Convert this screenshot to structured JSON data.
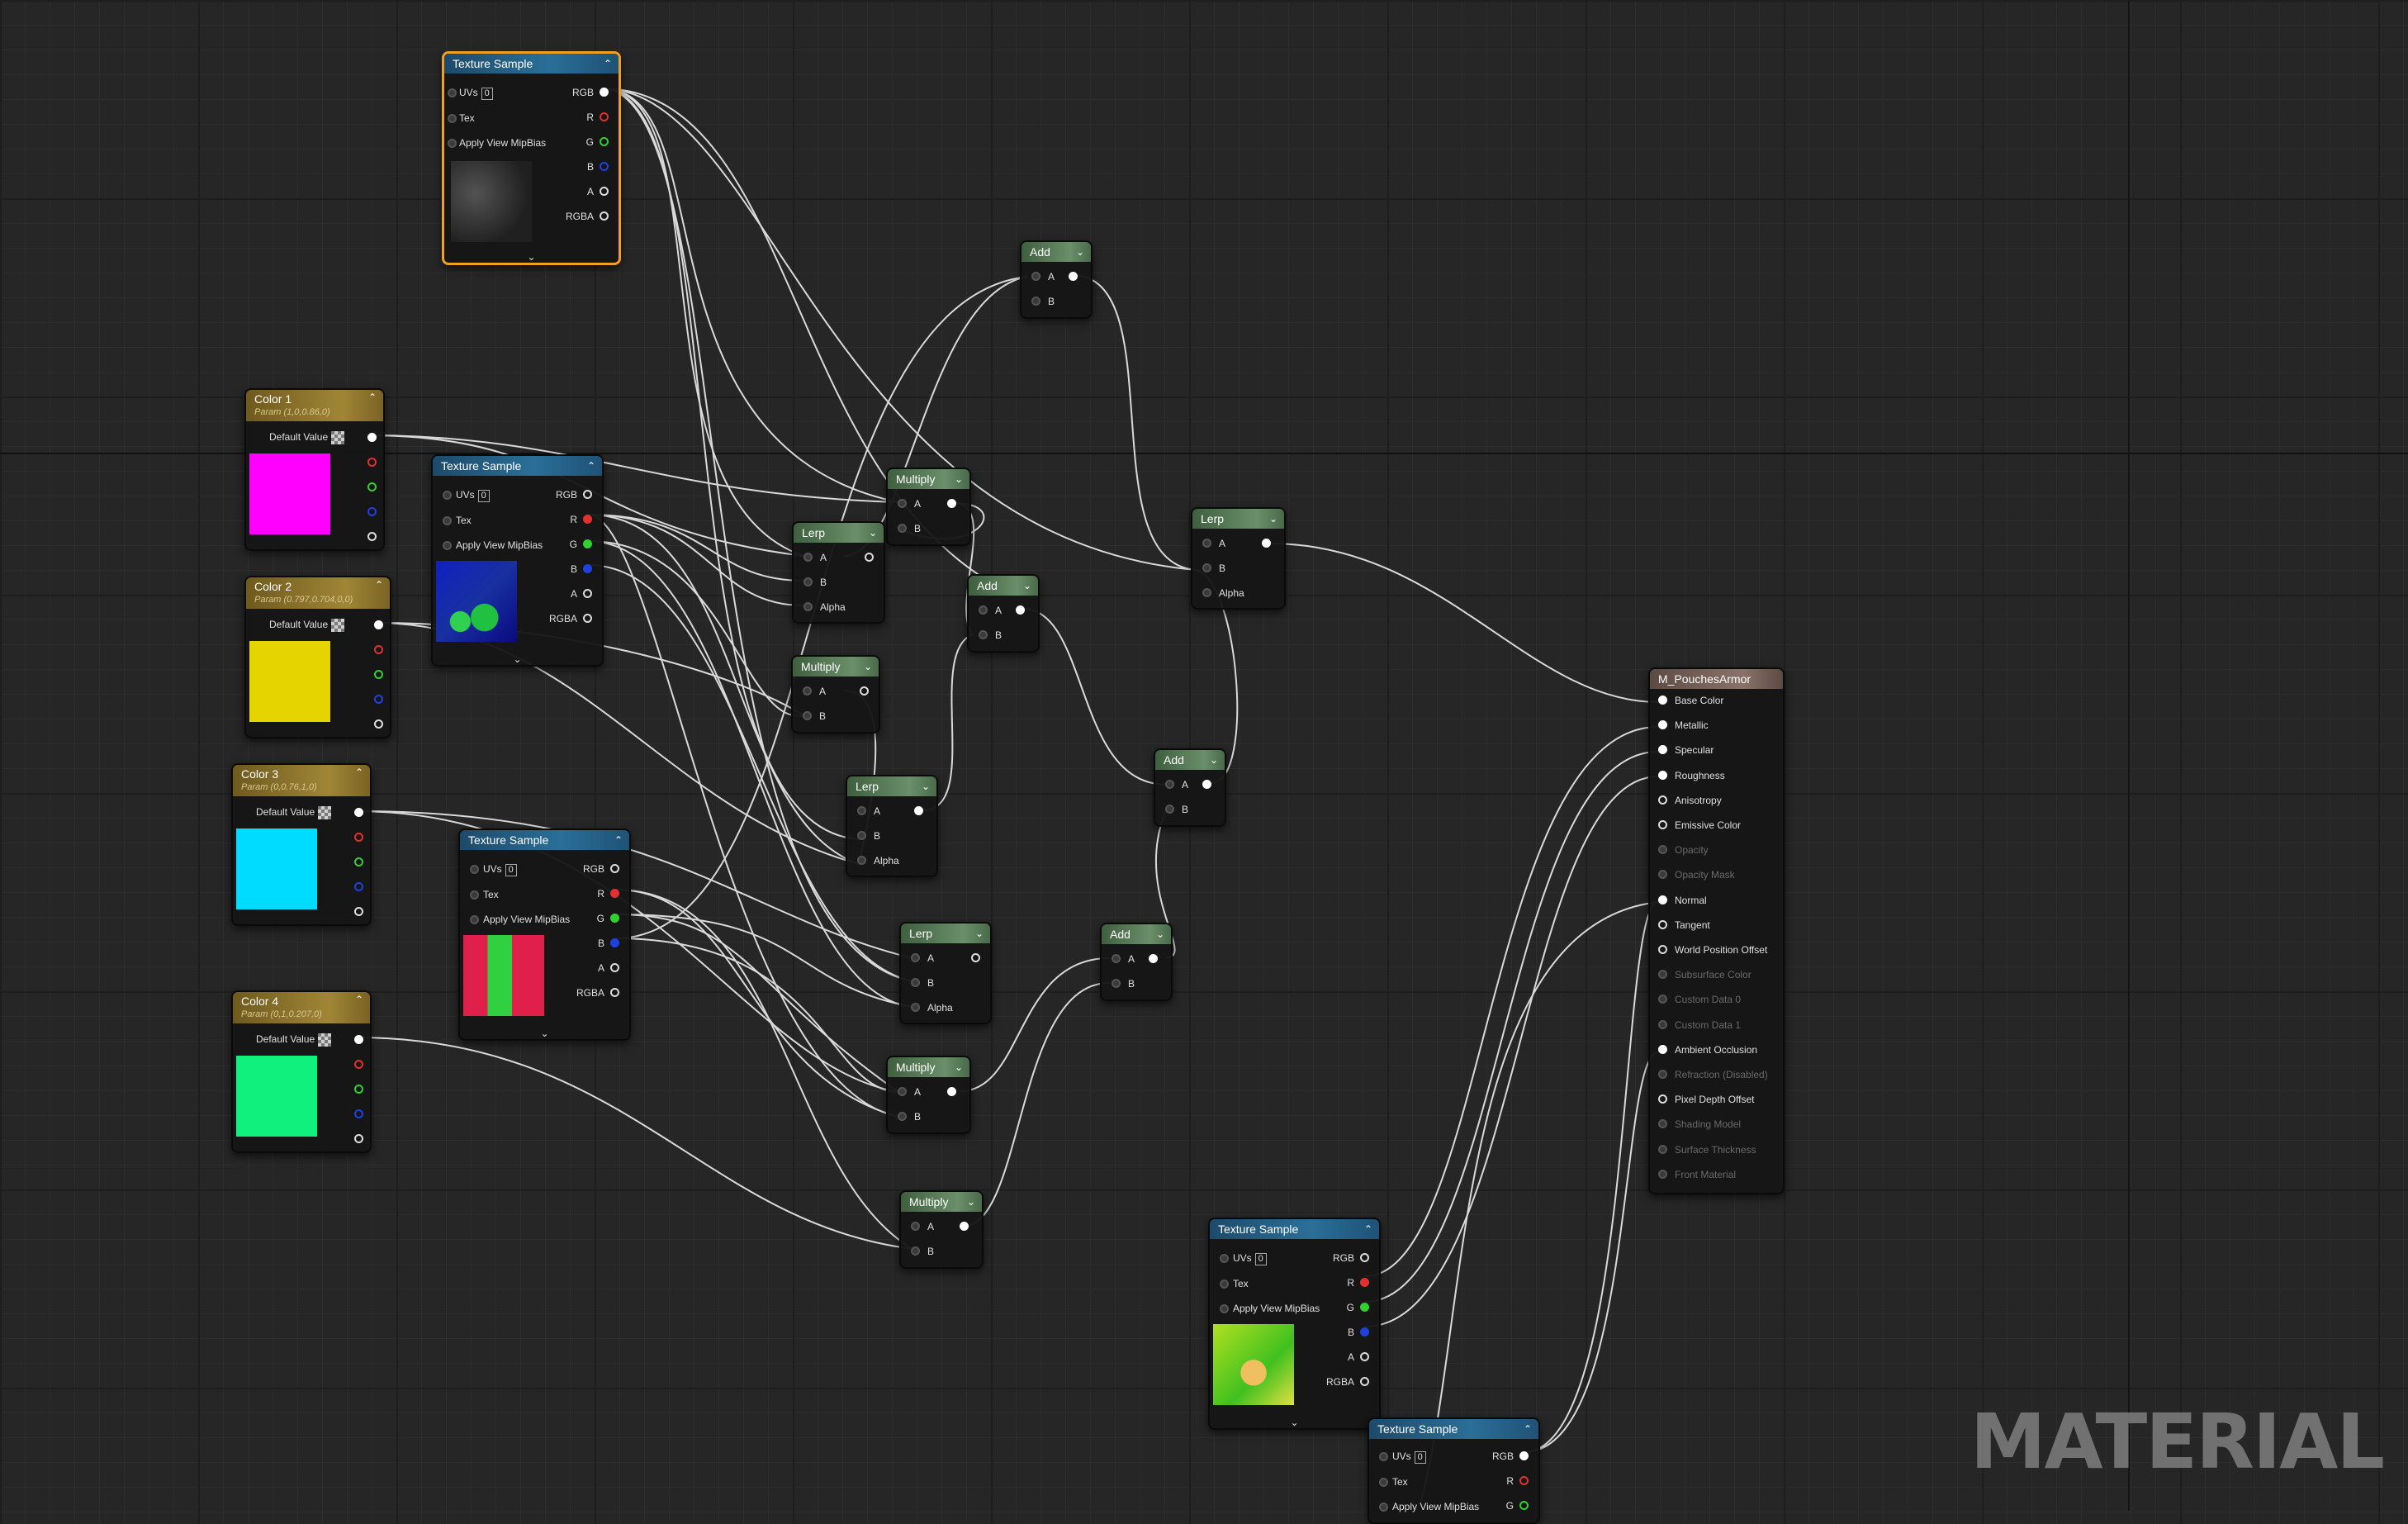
{
  "watermark": "MATERIAL",
  "texture_sample_title": "Texture Sample",
  "tex_inputs": {
    "uvs": "UVs",
    "uvs_value": "0",
    "tex": "Tex",
    "mip": "Apply View MipBias"
  },
  "tex_outputs": [
    "RGB",
    "R",
    "G",
    "B",
    "A",
    "RGBA"
  ],
  "color_params": [
    {
      "title": "Color 1",
      "sub": "Param (1,0,0.86,0)",
      "default_label": "Default Value",
      "color": "#ff00ff"
    },
    {
      "title": "Color 2",
      "sub": "Param (0.797,0.704,0,0)",
      "default_label": "Default Value",
      "color": "#e6d400"
    },
    {
      "title": "Color 3",
      "sub": "Param (0,0.76,1,0)",
      "default_label": "Default Value",
      "color": "#00dcff"
    },
    {
      "title": "Color 4",
      "sub": "Param (0,1,0.207,0)",
      "default_label": "Default Value",
      "color": "#10f07c"
    }
  ],
  "math": {
    "add": "Add",
    "multiply": "Multiply",
    "lerp": "Lerp",
    "pin_a": "A",
    "pin_b": "B",
    "pin_alpha": "Alpha"
  },
  "result": {
    "title": "M_PouchesArmor",
    "pins": [
      {
        "label": "Base Color",
        "enabled": true
      },
      {
        "label": "Metallic",
        "enabled": true
      },
      {
        "label": "Specular",
        "enabled": true
      },
      {
        "label": "Roughness",
        "enabled": true
      },
      {
        "label": "Anisotropy",
        "enabled": true
      },
      {
        "label": "Emissive Color",
        "enabled": true
      },
      {
        "label": "Opacity",
        "enabled": false
      },
      {
        "label": "Opacity Mask",
        "enabled": false
      },
      {
        "label": "Normal",
        "enabled": true
      },
      {
        "label": "Tangent",
        "enabled": true
      },
      {
        "label": "World Position Offset",
        "enabled": true
      },
      {
        "label": "Subsurface Color",
        "enabled": false
      },
      {
        "label": "Custom Data 0",
        "enabled": false
      },
      {
        "label": "Custom Data 1",
        "enabled": false
      },
      {
        "label": "Ambient Occlusion",
        "enabled": true
      },
      {
        "label": "Refraction (Disabled)",
        "enabled": false
      },
      {
        "label": "Pixel Depth Offset",
        "enabled": true
      },
      {
        "label": "Shading Model",
        "enabled": false
      },
      {
        "label": "Surface Thickness",
        "enabled": false
      },
      {
        "label": "Front Material",
        "enabled": false
      }
    ]
  }
}
